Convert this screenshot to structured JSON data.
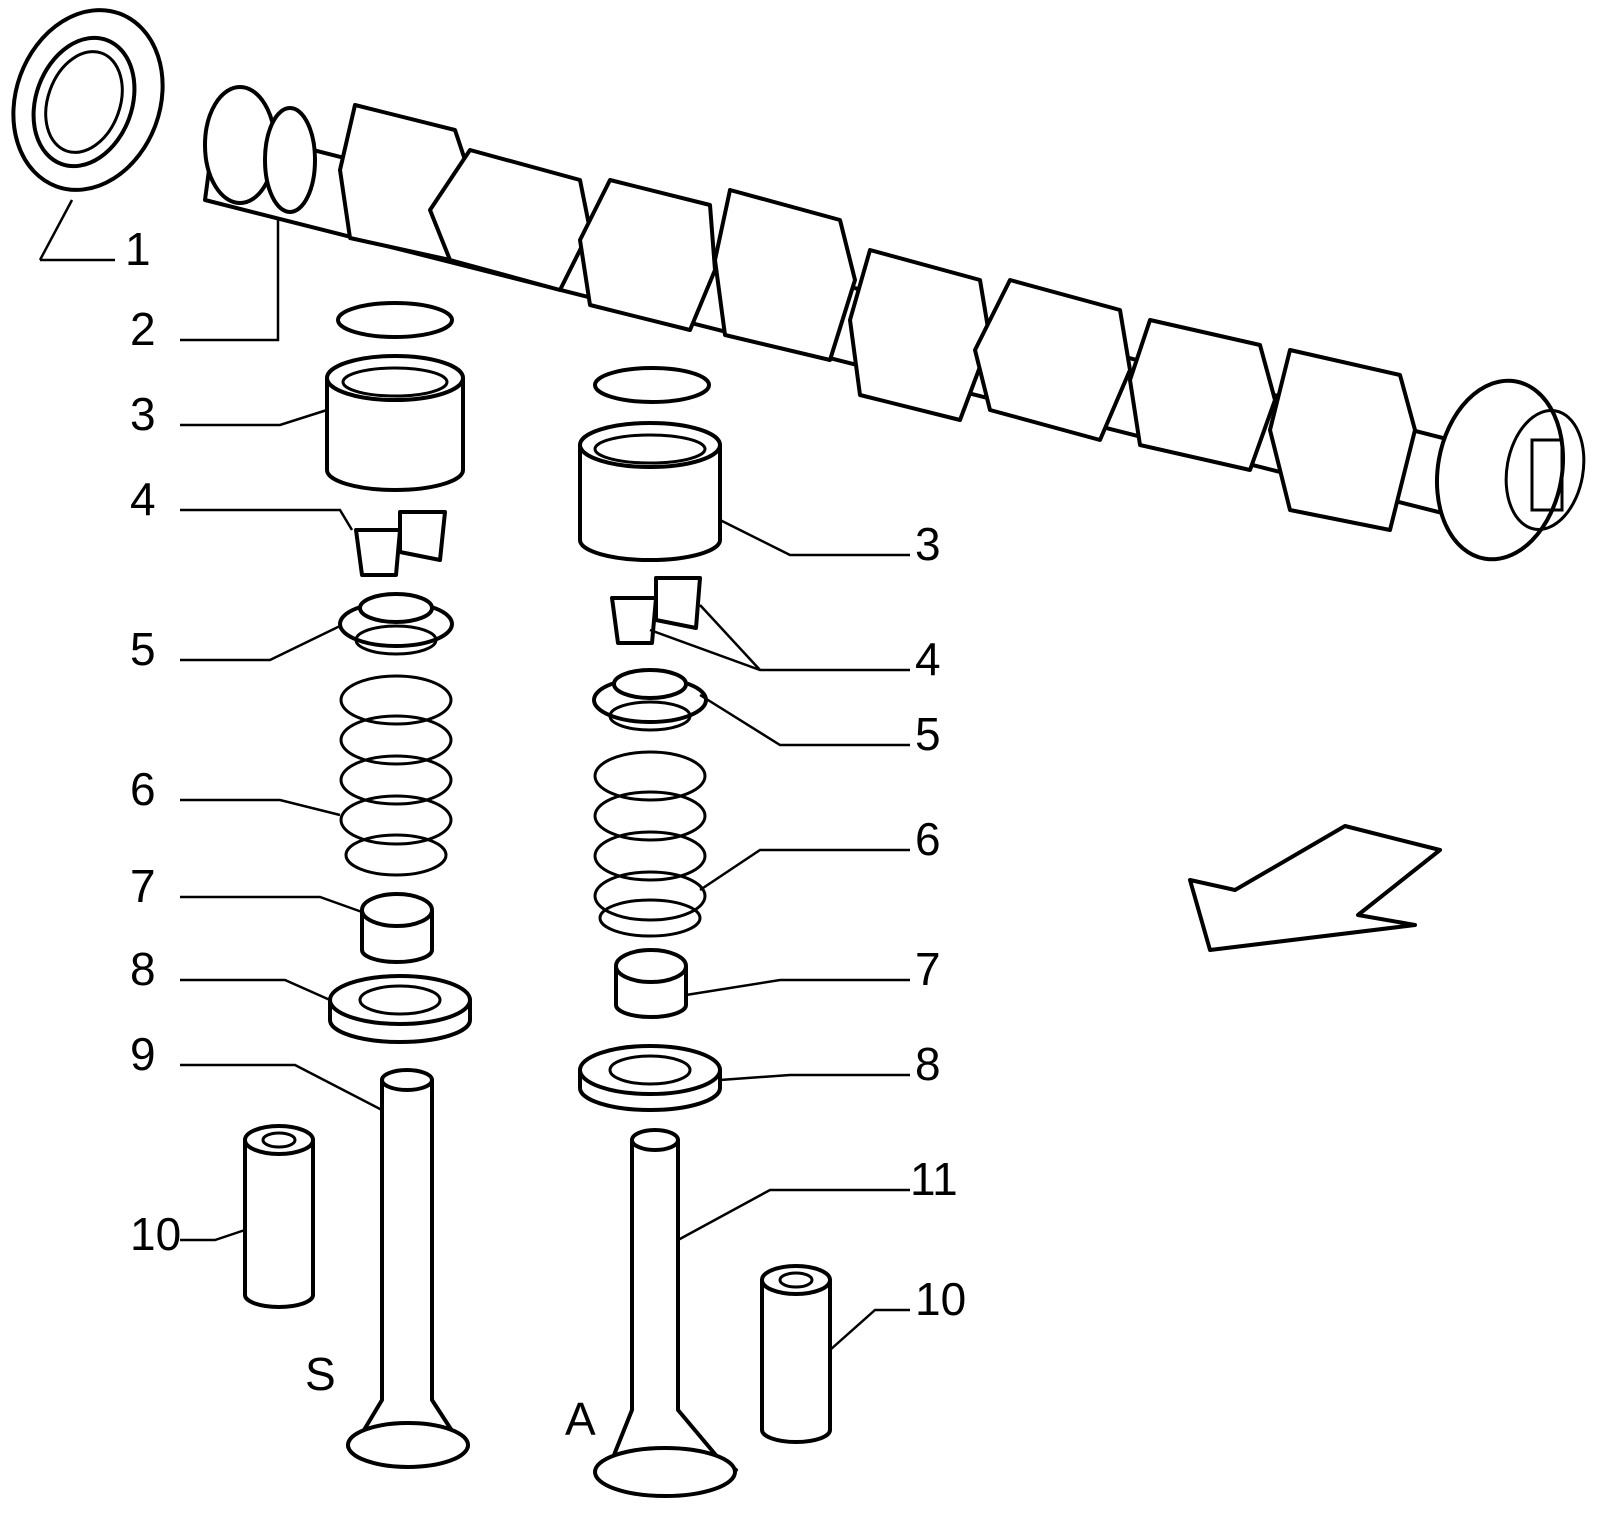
{
  "callouts": {
    "c1": "1",
    "c2": "2",
    "c3_left": "3",
    "c3_right": "3",
    "c4_left": "4",
    "c4_right": "4",
    "c5_left": "5",
    "c5_right": "5",
    "c6_left": "6",
    "c6_right": "6",
    "c7_left": "7",
    "c7_right": "7",
    "c8_left": "8",
    "c8_right": "8",
    "c9": "9",
    "c10_left": "10",
    "c10_right": "10",
    "c11": "11"
  },
  "valve_labels": {
    "exhaust": "S",
    "intake": "A"
  },
  "icons": [
    "direction-arrow-icon"
  ]
}
